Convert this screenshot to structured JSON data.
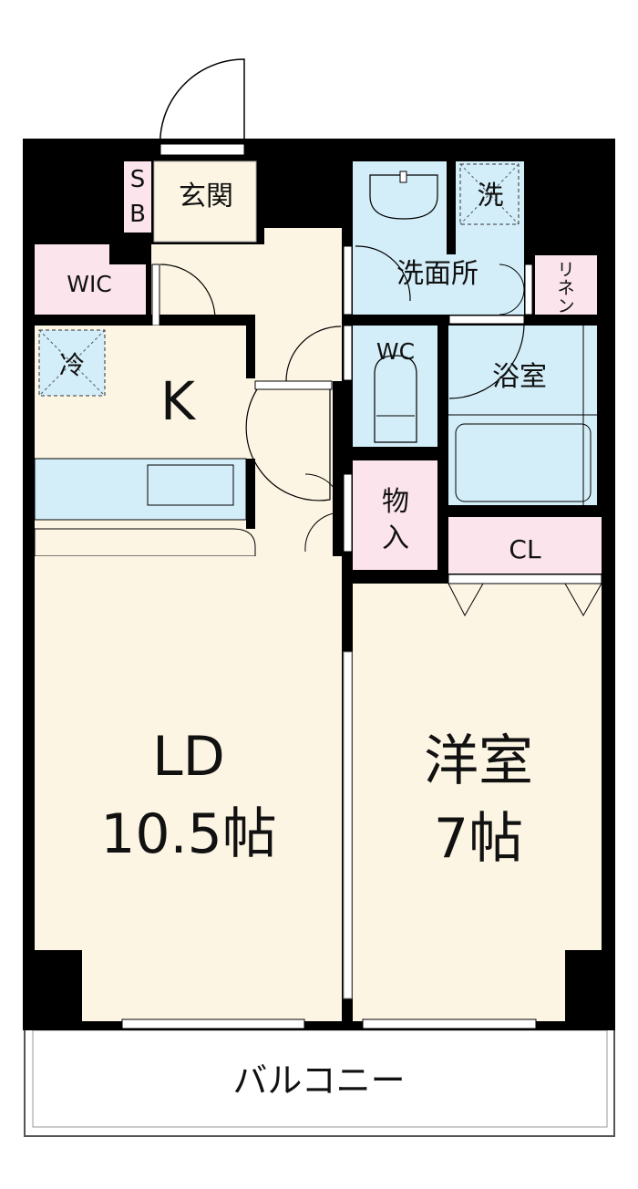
{
  "colors": {
    "wall": "#000000",
    "floor": "#fdf5e3",
    "wet": "#d3eef9",
    "storage": "#fbe4ec"
  },
  "rooms": {
    "sb": {
      "top": "S",
      "bottom": "B"
    },
    "entrance": "玄関",
    "wic": "WIC",
    "washer": "洗",
    "washroom": "洗面所",
    "linen": [
      "リ",
      "ネ",
      "ン"
    ],
    "fridge": "冷",
    "kitchen": "K",
    "wc": "WC",
    "bath": "浴室",
    "storage": [
      "物",
      "入"
    ],
    "closet": "CL",
    "ld": {
      "name": "LD",
      "size": "10.5帖"
    },
    "western": {
      "name": "洋室",
      "size": "7帖"
    },
    "balcony": "バルコニー"
  }
}
